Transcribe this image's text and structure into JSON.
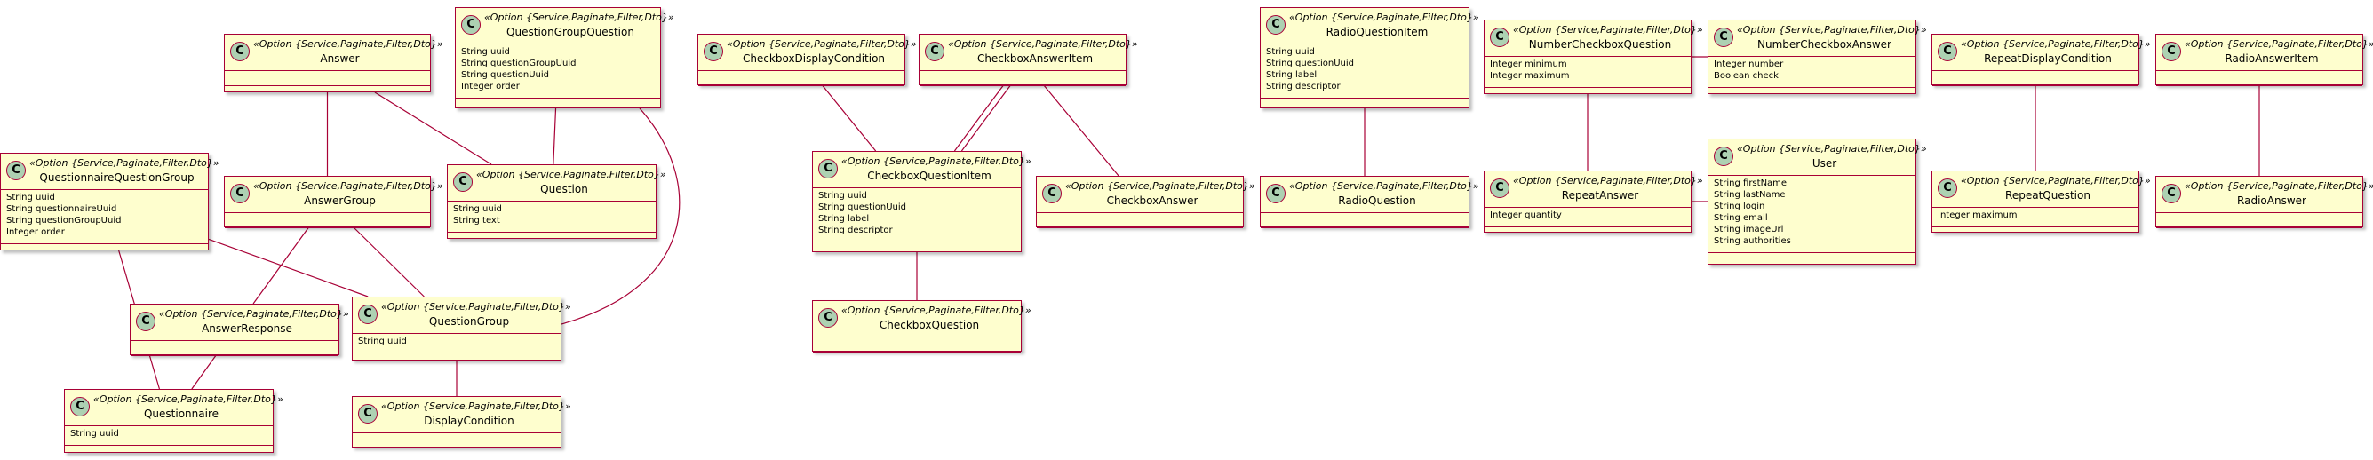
{
  "stereotype": "«Option {Service,Paginate,Filter,Dto}»",
  "class_icon_letter": "C",
  "colors": {
    "class_fill": "#FEFECE",
    "border": "#A80036",
    "icon_fill": "#ADD1B2"
  },
  "classes": {
    "answer": {
      "name": "Answer",
      "fields": []
    },
    "question_group_question": {
      "name": "QuestionGroupQuestion",
      "fields": [
        "String uuid",
        "String questionGroupUuid",
        "String questionUuid",
        "Integer order"
      ]
    },
    "questionnaire_question_group": {
      "name": "QuestionnaireQuestionGroup",
      "fields": [
        "String uuid",
        "String questionnaireUuid",
        "String questionGroupUuid",
        "Integer order"
      ]
    },
    "answer_group": {
      "name": "AnswerGroup",
      "fields": []
    },
    "question": {
      "name": "Question",
      "fields": [
        "String uuid",
        "String text"
      ]
    },
    "answer_response": {
      "name": "AnswerResponse",
      "fields": []
    },
    "question_group": {
      "name": "QuestionGroup",
      "fields": [
        "String uuid"
      ]
    },
    "questionnaire": {
      "name": "Questionnaire",
      "fields": [
        "String uuid"
      ]
    },
    "display_condition": {
      "name": "DisplayCondition",
      "fields": []
    },
    "checkbox_display_condition": {
      "name": "CheckboxDisplayCondition",
      "fields": []
    },
    "checkbox_answer_item": {
      "name": "CheckboxAnswerItem",
      "fields": []
    },
    "checkbox_question_item": {
      "name": "CheckboxQuestionItem",
      "fields": [
        "String uuid",
        "String questionUuid",
        "String label",
        "String descriptor"
      ]
    },
    "checkbox_answer": {
      "name": "CheckboxAnswer",
      "fields": []
    },
    "checkbox_question": {
      "name": "CheckboxQuestion",
      "fields": []
    },
    "radio_question_item": {
      "name": "RadioQuestionItem",
      "fields": [
        "String uuid",
        "String questionUuid",
        "String label",
        "String descriptor"
      ]
    },
    "radio_question": {
      "name": "RadioQuestion",
      "fields": []
    },
    "number_checkbox_question": {
      "name": "NumberCheckboxQuestion",
      "fields": [
        "Integer minimum",
        "Integer maximum"
      ]
    },
    "number_checkbox_answer": {
      "name": "NumberCheckboxAnswer",
      "fields": [
        "Integer number",
        "Boolean check"
      ]
    },
    "repeat_answer": {
      "name": "RepeatAnswer",
      "fields": [
        "Integer quantity"
      ]
    },
    "user": {
      "name": "User",
      "fields": [
        "String firstName",
        "String lastName",
        "String login",
        "String email",
        "String imageUrl",
        "String authorities"
      ]
    },
    "repeat_display_condition": {
      "name": "RepeatDisplayCondition",
      "fields": []
    },
    "repeat_question": {
      "name": "RepeatQuestion",
      "fields": [
        "Integer maximum"
      ]
    },
    "radio_answer_item": {
      "name": "RadioAnswerItem",
      "fields": []
    },
    "radio_answer": {
      "name": "RadioAnswer",
      "fields": []
    }
  },
  "relations": [
    [
      "answer",
      "answer_group"
    ],
    [
      "answer",
      "question"
    ],
    [
      "question_group_question",
      "question"
    ],
    [
      "question_group_question",
      "question_group"
    ],
    [
      "questionnaire_question_group",
      "question_group"
    ],
    [
      "questionnaire_question_group",
      "questionnaire"
    ],
    [
      "answer_group",
      "answer_response"
    ],
    [
      "answer_group",
      "question_group"
    ],
    [
      "answer_response",
      "questionnaire"
    ],
    [
      "question_group",
      "display_condition"
    ],
    [
      "checkbox_display_condition",
      "checkbox_question_item"
    ],
    [
      "checkbox_answer_item",
      "checkbox_question_item"
    ],
    [
      "checkbox_answer_item",
      "checkbox_question_item"
    ],
    [
      "checkbox_answer_item",
      "checkbox_answer"
    ],
    [
      "checkbox_question_item",
      "checkbox_question"
    ],
    [
      "radio_question_item",
      "radio_question"
    ],
    [
      "number_checkbox_question",
      "number_checkbox_answer"
    ],
    [
      "number_checkbox_question",
      "repeat_answer"
    ],
    [
      "repeat_answer",
      "user"
    ],
    [
      "repeat_display_condition",
      "repeat_question"
    ],
    [
      "radio_answer_item",
      "radio_answer"
    ]
  ]
}
